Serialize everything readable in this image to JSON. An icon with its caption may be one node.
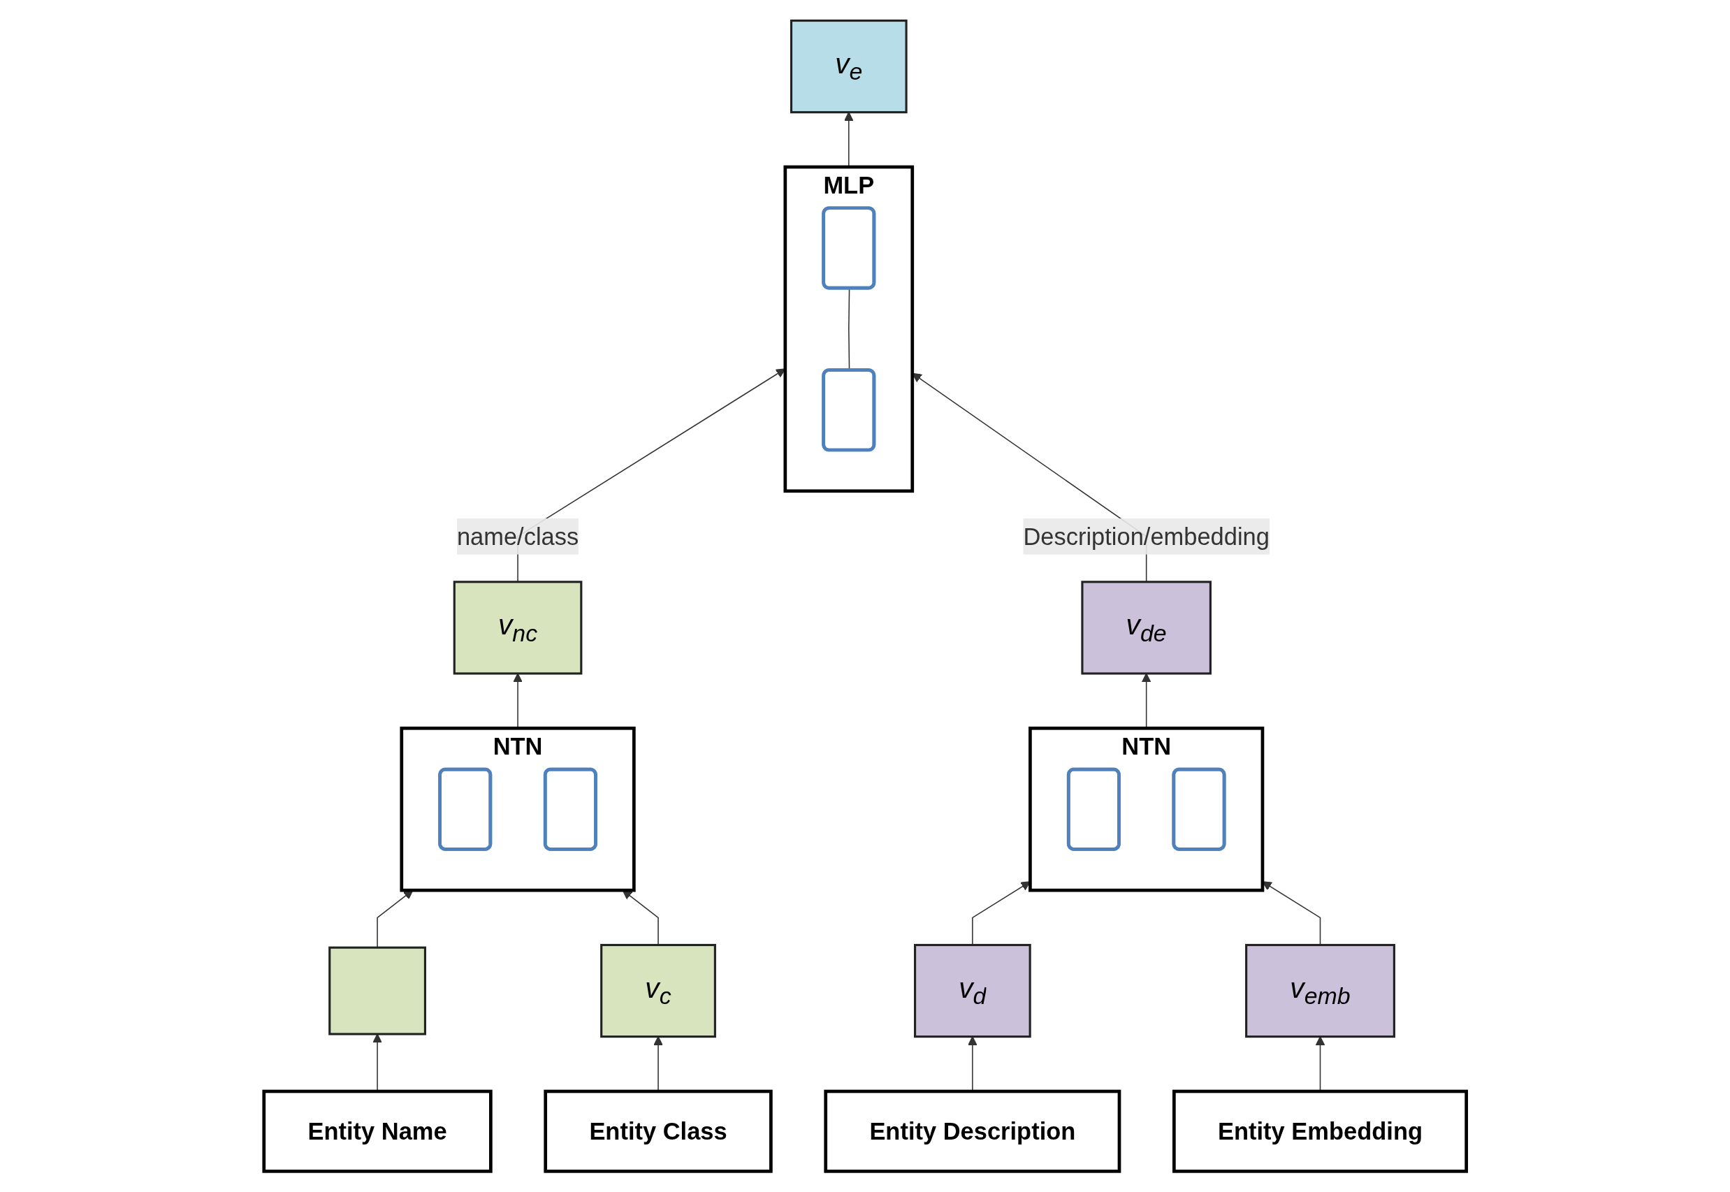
{
  "diagram": {
    "nodes": [
      {
        "text": [
          "v$_{e}$"
        ]
      },
      {
        "text": [
          "MLP"
        ]
      },
      {
        "text": [],
        "shape": "box",
        "in": 1
      },
      {
        "text": [],
        "shape": "box",
        "in": 1
      },
      {
        "text": [
          "v$_{nc}$"
        ]
      },
      {
        "text": [
          "v$_{de}$"
        ]
      },
      {
        "text": [
          "NTN"
        ]
      },
      {
        "text": [],
        "shape": "box",
        "in": 6
      },
      {
        "text": [],
        "shape": "box",
        "in": 6
      },
      {
        "text": [
          "NTN"
        ]
      },
      {
        "text": [],
        "shape": "box",
        "in": 9
      },
      {
        "text": [],
        "shape": "box",
        "in": 9
      },
      {
        "text": [],
        "shape": "bar"
      },
      {
        "text": [
          "v$_{c}$"
        ]
      },
      {
        "text": [
          "v$_{d}$"
        ]
      },
      {
        "text": [
          "v$_{emb}$"
        ]
      },
      {
        "text": [
          "Entity Name"
        ]
      },
      {
        "text": [
          "Entity Class"
        ]
      },
      {
        "text": [
          "Entity Description"
        ]
      },
      {
        "text": [
          "Entity Embedding"
        ]
      }
    ],
    "edges": [
      {
        "from": 16,
        "to": 12,
        "arrow": "to"
      },
      {
        "from": 17,
        "to": 13,
        "arrow": "to"
      },
      {
        "from": 18,
        "to": 14,
        "arrow": "to"
      },
      {
        "from": 19,
        "to": 15,
        "arrow": "to"
      },
      {
        "from": 12,
        "to": 6,
        "arrow": "to"
      },
      {
        "from": 13,
        "to": 6,
        "arrow": "to"
      },
      {
        "from": 14,
        "to": 9,
        "arrow": "to"
      },
      {
        "from": 15,
        "to": 9,
        "arrow": "to"
      },
      {
        "from": 6,
        "to": 4,
        "arrow": "to"
      },
      {
        "from": 9,
        "to": 5,
        "arrow": "to"
      },
      {
        "from": 4,
        "to": 1,
        "arrow": "to",
        "label": "name/class"
      },
      {
        "from": 5,
        "to": 1,
        "arrow": "to",
        "label": "Description/embedding"
      },
      {
        "from": 3,
        "to": 2,
        "arrow": "none"
      },
      {
        "from": 1,
        "to": 0,
        "arrow": "to"
      }
    ]
  }
}
